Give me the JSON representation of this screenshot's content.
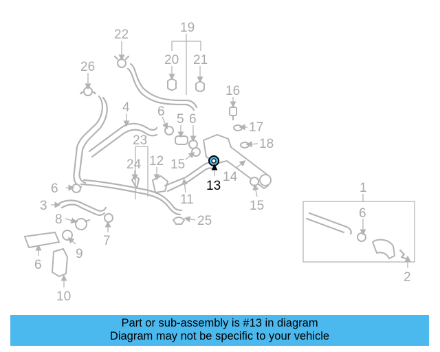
{
  "diagram": {
    "highlight_color": "#000000",
    "label_color": "#a9a9a9",
    "part_numbers": [
      "22",
      "19",
      "20",
      "21",
      "26",
      "16",
      "4",
      "6",
      "5",
      "6",
      "17",
      "23",
      "18",
      "12",
      "24",
      "15",
      "13",
      "14",
      "6",
      "11",
      "1",
      "3",
      "8",
      "25",
      "6",
      "15",
      "7",
      "9",
      "6",
      "2",
      "10"
    ]
  },
  "banner": {
    "line1": "Part or sub-assembly is #13 in diagram",
    "line2": "Diagram may not be specific to your vehicle",
    "color": "#4bb8ee"
  }
}
